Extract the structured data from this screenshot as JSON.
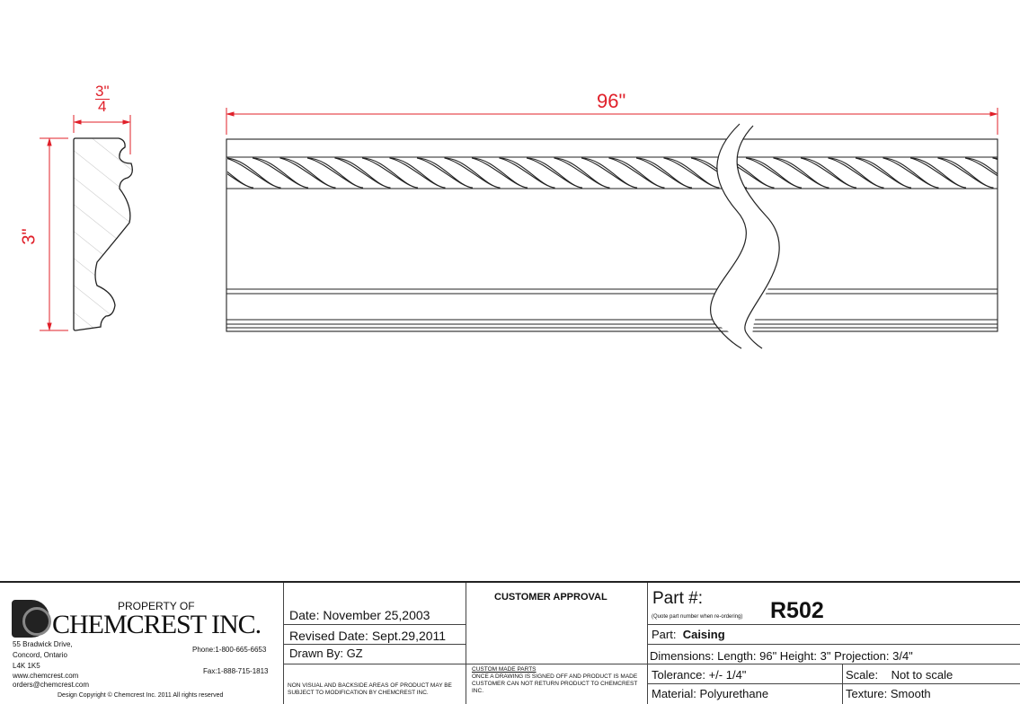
{
  "drawing": {
    "profile_width_label_num": "3\"",
    "profile_width_label_den": "4",
    "profile_height_label": "3\"",
    "length_label": "96\"",
    "dimension_color": "#e0202a"
  },
  "title_block": {
    "property_of": "PROPERTY OF",
    "company": "CHEMCREST INC.",
    "address1": "55 Bradwick Drive,",
    "address2": "Concord, Ontario",
    "address3": "L4K 1K5",
    "website": "www.chemcrest.com",
    "email": "orders@chemcrest.com",
    "phone": "Phone:1-800-665-6653",
    "fax": "Fax:1-888-715-1813",
    "copyright": "Design Copyright © Chemcrest Inc. 2011 All rights reserved",
    "date": "Date:   November 25,2003",
    "revised": "Revised Date: Sept.29,2011",
    "drawn_by": "Drawn By:  GZ",
    "notice": "NON VISUAL AND BACKSIDE AREAS OF PRODUCT MAY BE SUBJECT TO MODIFICATION BY CHEMCREST INC.",
    "customer_approval": "CUSTOMER APPROVAL",
    "custom_parts_title": "CUSTOM MADE PARTS",
    "custom_parts_text": "ONCE A DRAWING IS SIGNED OFF AND PRODUCT IS MADE CUSTOMER CAN NOT RETURN PRODUCT TO CHEMCREST INC.",
    "part_no_label": "Part #:",
    "part_no_note": "(Quote part number when re-ordering)",
    "part_no": "R502",
    "part_label": "Part:",
    "part_name": "Caising",
    "dimensions": "Dimensions: Length: 96\" Height: 3\" Projection: 3/4\"",
    "tolerance": "Tolerance: +/- 1/4\"",
    "scale": "Scale:    Not to scale",
    "material": "Material: Polyurethane",
    "texture": "Texture: Smooth"
  }
}
